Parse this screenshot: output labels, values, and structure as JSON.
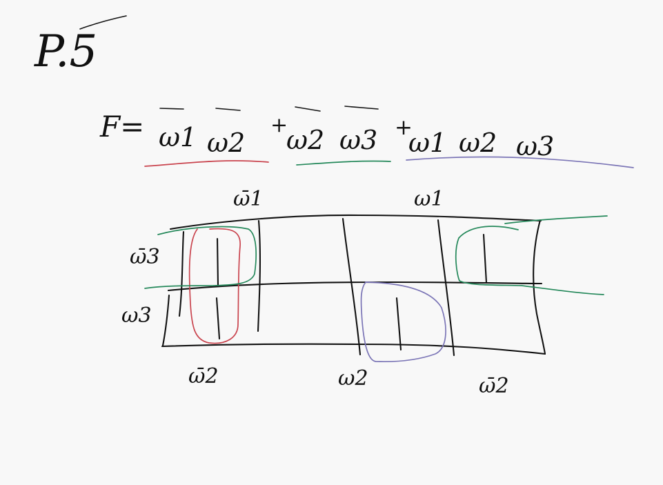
{
  "page_title": "P.5",
  "equation": {
    "lhs": "F=",
    "term1": {
      "a": "ω1",
      "b": "ω2",
      "overbar": true
    },
    "plus1": "+",
    "term2": {
      "a": "ω2",
      "b": "ω3",
      "overbar": true
    },
    "plus2": "+",
    "term3": {
      "a": "ω1",
      "b": "ω2",
      "c": "ω3"
    }
  },
  "kmap": {
    "top_labels": [
      "ω̄1",
      "ω1"
    ],
    "left_labels": [
      "ω̄3",
      "ω3"
    ],
    "bottom_labels": [
      "ω̄2",
      "ω2",
      "ω̄2"
    ]
  },
  "colors": {
    "ink": "#111111",
    "red": "#c9434d",
    "green": "#24885a",
    "purple": "#7b75b6",
    "background": "#f8f8f8"
  }
}
